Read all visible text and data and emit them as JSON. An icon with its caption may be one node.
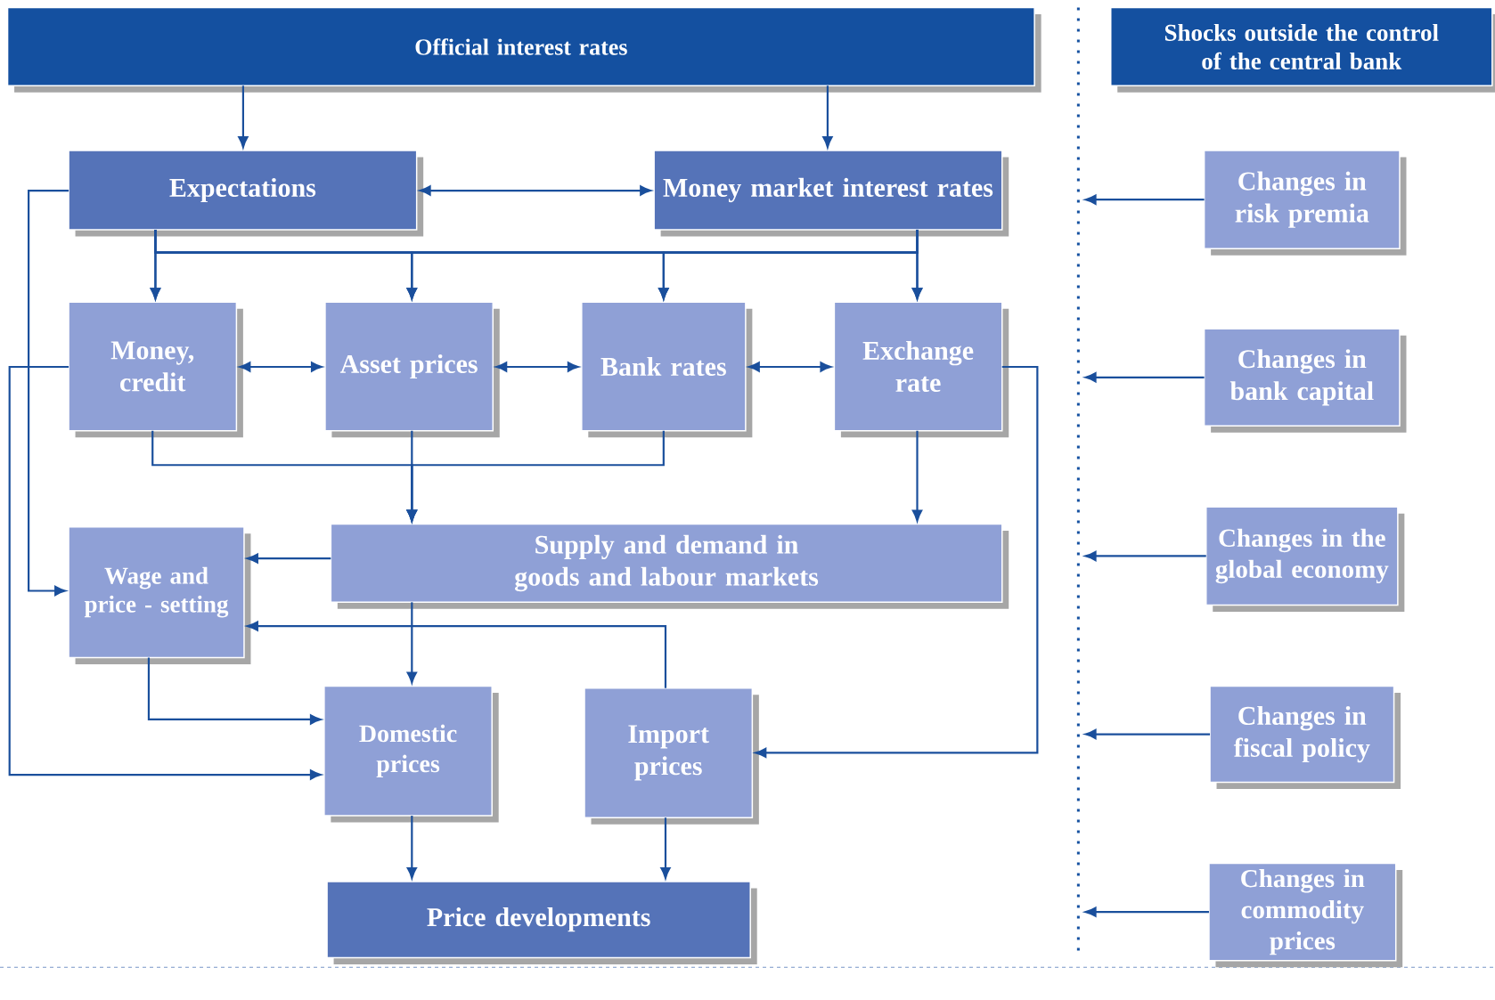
{
  "diagram": {
    "nodes": [
      {
        "text": [
          "Official interest rates"
        ]
      },
      {
        "text": [
          "Shocks outside the control of the central bank"
        ]
      },
      {
        "text": [
          "Expectations"
        ]
      },
      {
        "text": [
          "Money market interest rates"
        ]
      },
      {
        "text": [
          "Money, credit"
        ]
      },
      {
        "text": [
          "Asset prices"
        ]
      },
      {
        "text": [
          "Bank rates"
        ]
      },
      {
        "text": [
          "Exchange rate"
        ]
      },
      {
        "text": [
          "Wage and price - setting"
        ]
      },
      {
        "text": [
          "Supply and demand in goods and labour markets"
        ]
      },
      {
        "text": [
          "Domestic prices"
        ]
      },
      {
        "text": [
          "Import prices"
        ]
      },
      {
        "text": [
          "Price developments"
        ]
      },
      {
        "text": [
          "Changes in risk premia"
        ]
      },
      {
        "text": [
          "Changes in bank capital"
        ]
      },
      {
        "text": [
          "Changes in the global economy"
        ]
      },
      {
        "text": [
          "Changes in fiscal policy"
        ]
      },
      {
        "text": [
          "Changes in commodity prices"
        ]
      }
    ],
    "edges": [
      {
        "from": 0,
        "to": 2,
        "arrow": "to"
      },
      {
        "from": 0,
        "to": 3,
        "arrow": "to"
      },
      {
        "from": 2,
        "to": 3,
        "arrow": "both"
      },
      {
        "from": 2,
        "to": 4,
        "arrow": "to"
      },
      {
        "from": 2,
        "to": 5,
        "arrow": "to"
      },
      {
        "from": 2,
        "to": 6,
        "arrow": "to"
      },
      {
        "from": 2,
        "to": 7,
        "arrow": "to"
      },
      {
        "from": 3,
        "to": 4,
        "arrow": "to"
      },
      {
        "from": 3,
        "to": 5,
        "arrow": "to"
      },
      {
        "from": 3,
        "to": 6,
        "arrow": "to"
      },
      {
        "from": 3,
        "to": 7,
        "arrow": "to"
      },
      {
        "from": 4,
        "to": 5,
        "arrow": "both"
      },
      {
        "from": 5,
        "to": 6,
        "arrow": "both"
      },
      {
        "from": 6,
        "to": 7,
        "arrow": "both"
      },
      {
        "from": 4,
        "to": 9,
        "arrow": "to"
      },
      {
        "from": 5,
        "to": 9,
        "arrow": "to"
      },
      {
        "from": 6,
        "to": 9,
        "arrow": "to"
      },
      {
        "from": 7,
        "to": 9,
        "arrow": "to"
      },
      {
        "from": 9,
        "to": 8,
        "arrow": "to"
      },
      {
        "from": 9,
        "to": 10,
        "arrow": "to"
      },
      {
        "from": 11,
        "to": 8,
        "arrow": "to"
      },
      {
        "from": 8,
        "to": 10,
        "arrow": "to"
      },
      {
        "from": 4,
        "to": 10,
        "arrow": "to"
      },
      {
        "from": 2,
        "to": 8,
        "arrow": "to"
      },
      {
        "from": 7,
        "to": 11,
        "arrow": "to"
      },
      {
        "from": 10,
        "to": 12,
        "arrow": "to"
      },
      {
        "from": 11,
        "to": 12,
        "arrow": "to"
      },
      {
        "from": 13,
        "to": null,
        "arrow": "to"
      },
      {
        "from": 14,
        "to": null,
        "arrow": "to"
      },
      {
        "from": 15,
        "to": null,
        "arrow": "to"
      },
      {
        "from": 16,
        "to": null,
        "arrow": "to"
      },
      {
        "from": 17,
        "to": null,
        "arrow": "to"
      }
    ]
  }
}
